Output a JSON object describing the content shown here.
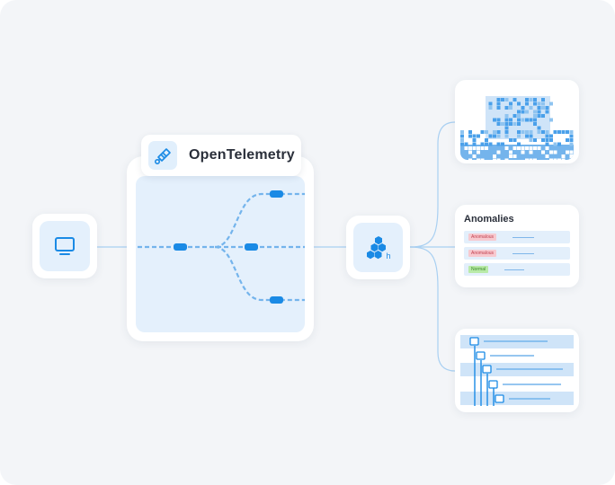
{
  "otel_box": {
    "title": "OpenTelemetry",
    "icon": "telescope-icon"
  },
  "source_node": {
    "icon": "monitor-icon"
  },
  "processor_node": {
    "icon": "honeycomb-hexagon-icon",
    "icon_letter": "h"
  },
  "anomalies_card": {
    "title": "Anomalies",
    "rows": [
      {
        "status": "Anomalous",
        "status_color": "#f7c9cf"
      },
      {
        "status": "Anomalous",
        "status_color": "#f7c9cf"
      },
      {
        "status": "Normal",
        "status_color": "#b9eaa8"
      }
    ]
  },
  "heatmap_card": {
    "icon": "heatmap-icon"
  },
  "trace_card": {
    "icon": "trace-waterfall-icon"
  },
  "colors": {
    "accent": "#1a8ae5",
    "wire": "#a9d0f2",
    "panel": "#e4f0fc"
  }
}
